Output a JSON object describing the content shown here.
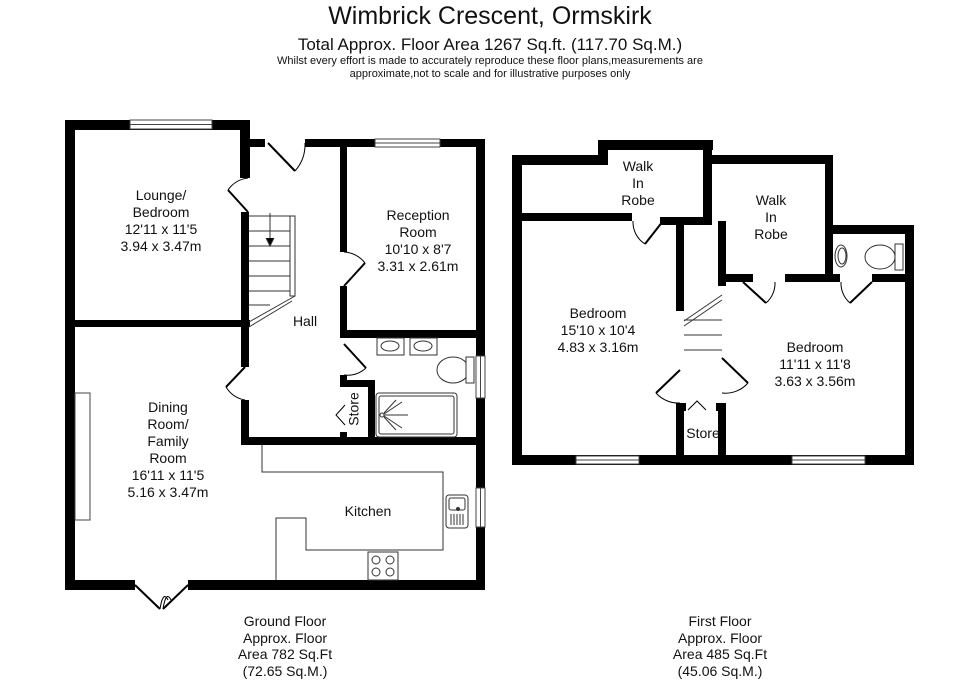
{
  "header": {
    "title": "Wimbrick Crescent, Ormskirk",
    "subtitle": "Total Approx. Floor Area 1267 Sq.ft. (117.70 Sq.M.)",
    "disclaimer_line1": "Whilst every effort is made to accurately reproduce these floor plans,measurements are",
    "disclaimer_line2": "approximate,not to scale and for illustrative purposes only"
  },
  "colors": {
    "wall": "#000000",
    "fixture_line": "#333333",
    "background": "#ffffff"
  },
  "ground_floor": {
    "rooms": [
      {
        "name_line1": "Lounge/",
        "name_line2": "Bedroom",
        "imperial": "12'11 x 11'5",
        "metric": "3.94 x 3.47m"
      },
      {
        "name_line1": "Reception",
        "name_line2": "Room",
        "imperial": "10'10 x 8'7",
        "metric": "3.31 x 2.61m"
      },
      {
        "name_line1": "Hall"
      },
      {
        "name_line1": "Dining",
        "name_line2": "Room/",
        "name_line3": "Family",
        "name_line4": "Room",
        "imperial": "16'11 x 11'5",
        "metric": "5.16 x 3.47m"
      },
      {
        "name_line1": "Kitchen"
      },
      {
        "name_line1": "Store"
      }
    ],
    "summary": {
      "line1": "Ground Floor",
      "line2": "Approx. Floor",
      "line3": "Area 782 Sq.Ft",
      "line4": "(72.65 Sq.M.)"
    }
  },
  "first_floor": {
    "rooms": [
      {
        "name_line1": "Walk",
        "name_line2": "In",
        "name_line3": "Robe"
      },
      {
        "name_line1": "Walk",
        "name_line2": "In",
        "name_line3": "Robe"
      },
      {
        "name_line1": "Bedroom",
        "imperial": "15'10 x 10'4",
        "metric": "4.83 x 3.16m"
      },
      {
        "name_line1": "Bedroom",
        "imperial": "11'11 x 11'8",
        "metric": "3.63 x 3.56m"
      },
      {
        "name_line1": "Store"
      }
    ],
    "summary": {
      "line1": "First Floor",
      "line2": "Approx. Floor",
      "line3": "Area 485 Sq.Ft",
      "line4": "(45.06 Sq.M.)"
    }
  }
}
